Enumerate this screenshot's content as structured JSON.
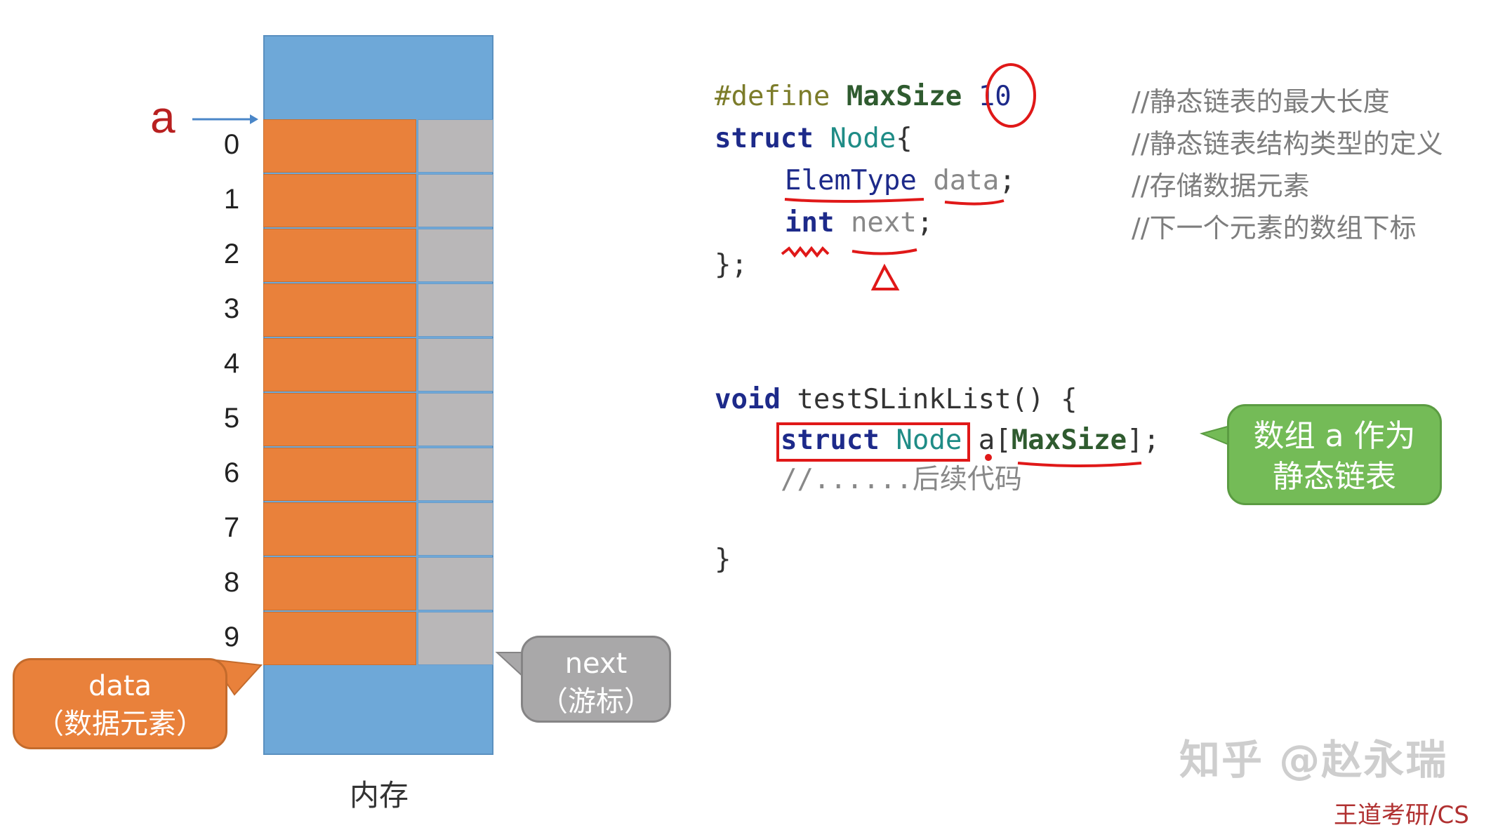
{
  "memory": {
    "pointer_label": "a",
    "indices": [
      "0",
      "1",
      "2",
      "3",
      "4",
      "5",
      "6",
      "7",
      "8",
      "9"
    ],
    "label": "内存"
  },
  "callouts": {
    "data": {
      "line1": "data",
      "line2": "（数据元素）"
    },
    "next": {
      "line1": "next",
      "line2": "（游标）"
    },
    "array": {
      "line1": "数组 a 作为",
      "line2": "静态链表"
    }
  },
  "code": {
    "define_directive": "#define",
    "define_name": "MaxSize",
    "define_value": "10",
    "struct_kw": "struct",
    "struct_name": "Node",
    "struct_open": "{",
    "field1_type": "ElemType",
    "field1_name": "data",
    "field1_end": ";",
    "field2_type": "int",
    "field2_name": "next",
    "field2_end": ";",
    "struct_close": "};",
    "func_ret": "void",
    "func_sig": "testSLinkList() {",
    "decl_struct": "struct",
    "decl_node": "Node",
    "decl_var": "a",
    "decl_open": "[",
    "decl_size": "MaxSize",
    "decl_close": "];",
    "comment_line_prefix": "//......",
    "comment_line_text": "后续代码",
    "func_close": "}"
  },
  "comments": [
    "//静态链表的最大长度",
    "//静态链表结构类型的定义",
    "//存储数据元素",
    "//下一个元素的数组下标"
  ],
  "watermark": "知乎 @赵永瑞",
  "footer_tag": "王道考研/CS"
}
